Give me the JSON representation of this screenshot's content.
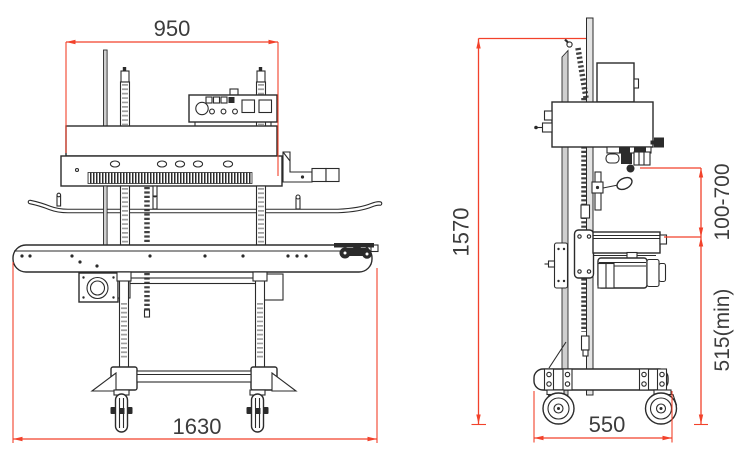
{
  "dimensions": {
    "head_width": "950",
    "overall_length": "1630",
    "overall_height": "1570",
    "seal_height_range": "100-700",
    "table_min_height": "515(min)",
    "base_depth": "550"
  },
  "colors": {
    "dimension_red": "#f2422b",
    "line_dark": "#2b2b2b",
    "text_gray": "#3c3c3c"
  }
}
